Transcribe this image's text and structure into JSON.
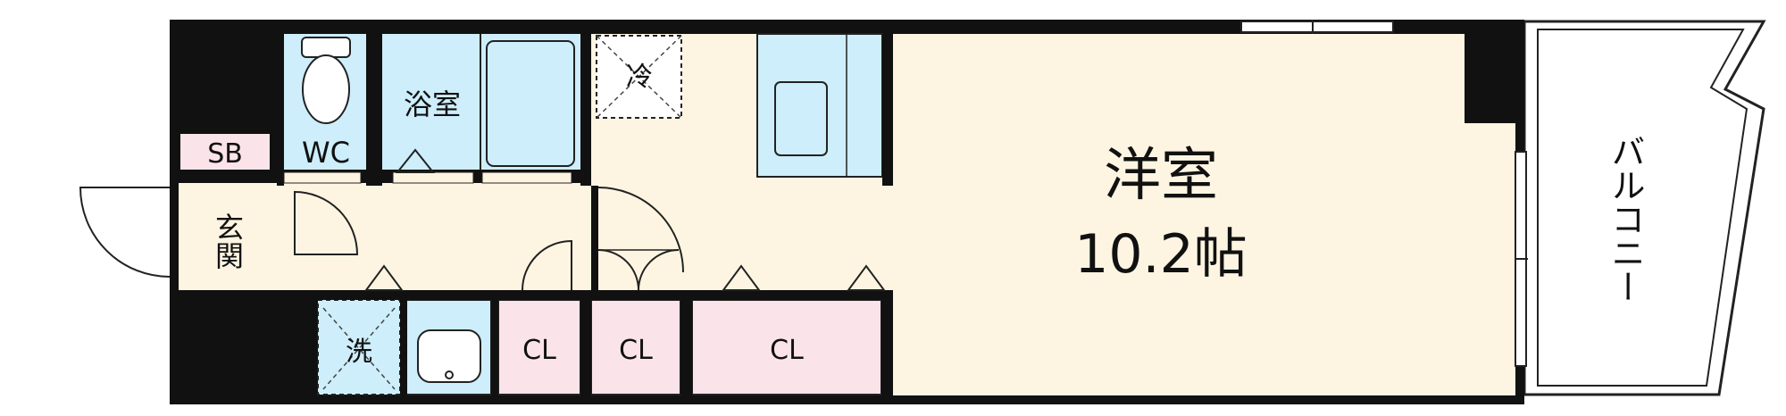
{
  "rooms": {
    "main": {
      "name": "洋室",
      "size": "10.2帖"
    },
    "bath": "浴室",
    "wc": "WC",
    "shoebox": "SB",
    "entrance": "玄関",
    "fridge": "冷",
    "washer": "洗",
    "closet_1": "CL",
    "closet_2": "CL",
    "closet_3": "CL",
    "balcony": "バルコニー"
  },
  "colors": {
    "wall": "#111111",
    "floor": "#fdf5e2",
    "wet_area": "#cdeefa",
    "closet": "#fbe3ea",
    "balcony": "#ffffff"
  }
}
